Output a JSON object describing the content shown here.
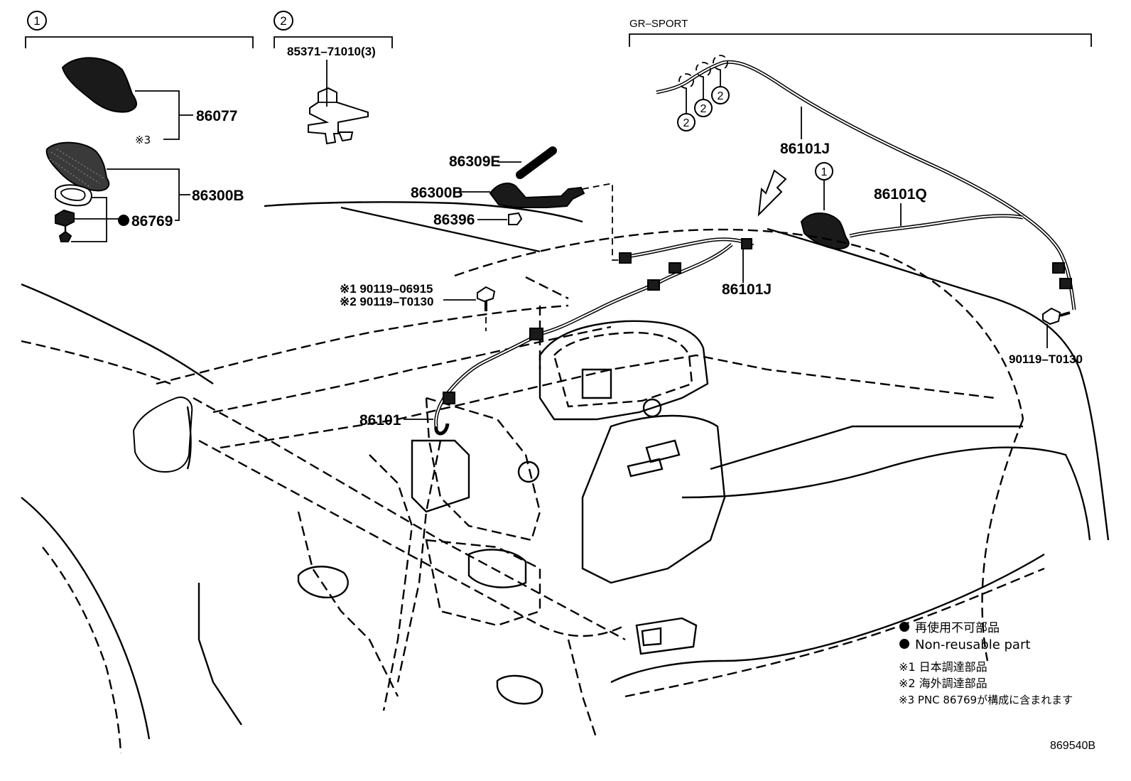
{
  "groups": {
    "group1": {
      "marker": "1"
    },
    "group2": {
      "marker": "2"
    },
    "gr_sport": {
      "label": "GR–SPORT"
    }
  },
  "part_labels": {
    "p86077": "86077",
    "note3_ref": "※3",
    "p86300B_top": "86300B",
    "p86769": "86769",
    "p85371": "85371–71010(3)",
    "p86309E": "86309E",
    "p86300B": "86300B",
    "p86396": "86396",
    "p90119_06915": "※1 90119–06915",
    "p90119_T0130_a": "※2 90119–T0130",
    "p86101": "86101",
    "p86101J_a": "86101J",
    "p86101J_b": "86101J",
    "p86101Q": "86101Q",
    "p90119_T0130_b": "90119–T0130",
    "conn_marker": "2",
    "callout_1": "1"
  },
  "legend": {
    "non_reusable_ja": "再使用不可部品",
    "non_reusable_en": "Non-reusable part",
    "note1": "※1 日本調達部品",
    "note2": "※2 海外調達部品",
    "note3": "※3 PNC 86769が構成に含まれます"
  },
  "diagram_code": "869540B",
  "colors": {
    "line": "#000000",
    "background": "#ffffff"
  }
}
